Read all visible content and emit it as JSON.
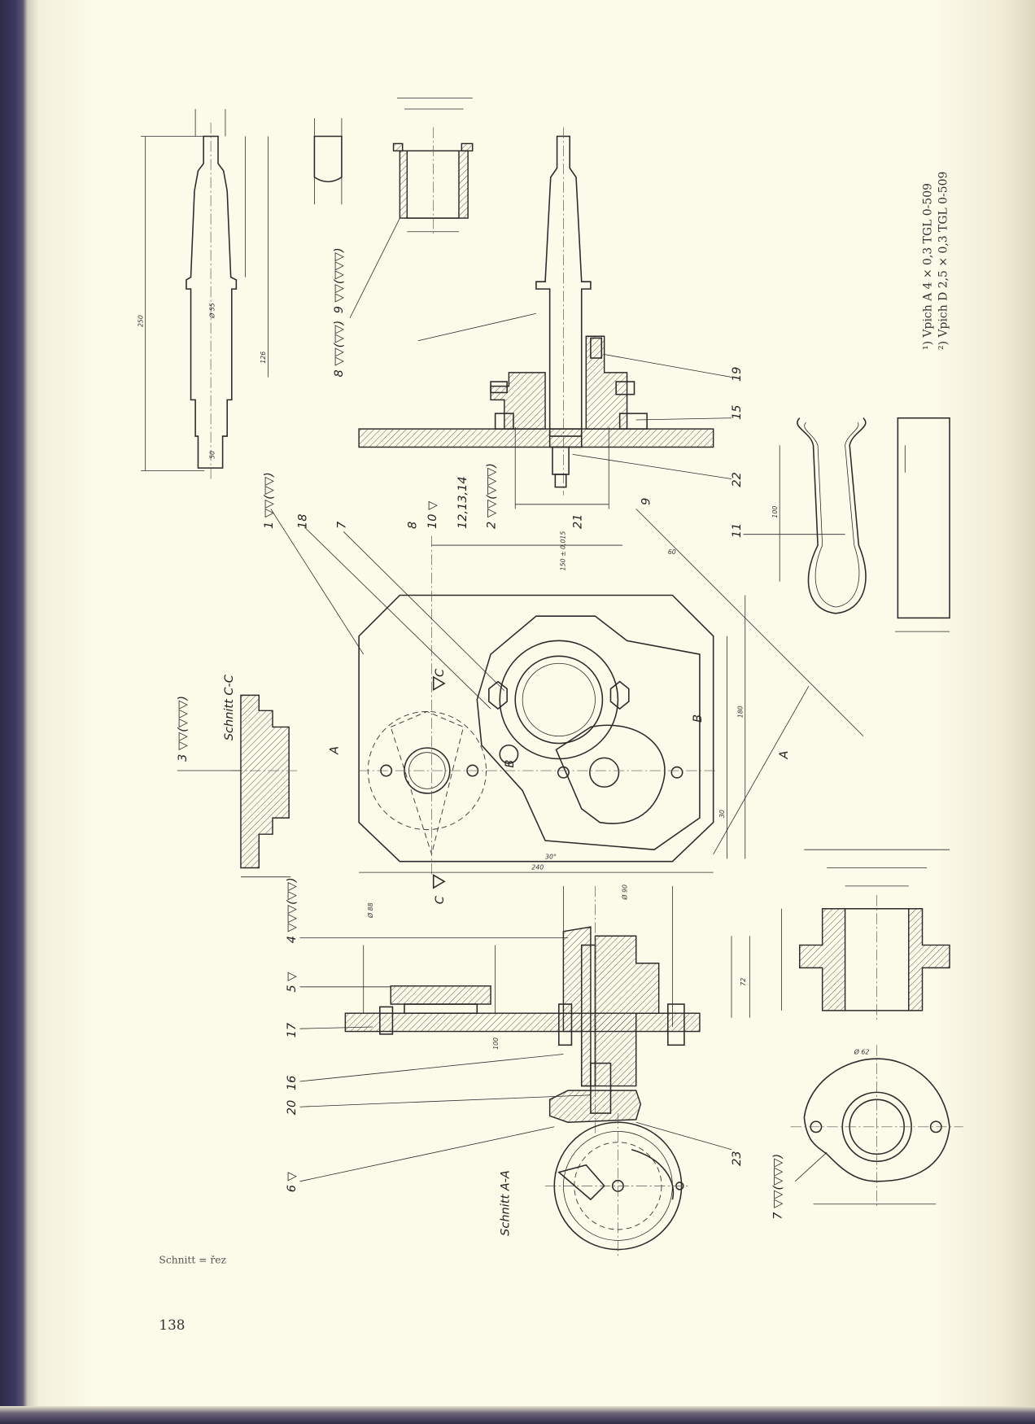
{
  "page_number": "138",
  "legend_note": "Schnitt = řez",
  "footnotes": [
    "¹) Vpich A 4 × 0,3 TGL 0-509",
    "²) Vpich D 2,5 × 0,3 TGL 0-509"
  ],
  "section_titles": {
    "c_c": "Schnitt C-C",
    "a_a": "Schnitt A-A"
  },
  "part_labels": {
    "p9_top": "9 ▽▽(▽▽▽)",
    "p8_top": "8 ▽▽(▽▽)",
    "p1": "1 ▽▽(▽▽)",
    "p18": "18",
    "p7": "7",
    "p8": "8",
    "p10": "10 ▽",
    "p12_14": "12,13,14",
    "p2": "2 ▽▽(▽▽▽)",
    "p21": "21",
    "p9": "9",
    "p22": "22",
    "p15": "15",
    "p19": "19",
    "p11": "11",
    "p3": "3 ▽▽(▽▽▽)",
    "p4": "4 ▽▽▽(▽▽)",
    "p5": "5 ▽",
    "p17": "17",
    "p16": "16",
    "p20": "20",
    "p6": "6 ▽",
    "p23": "23",
    "p7_bottom": "7 ▽▽(▽▽▽)"
  },
  "section_marks": {
    "a": "A",
    "b": "B",
    "c": "C"
  },
  "dimensions": {
    "d250": "250",
    "d240": "240",
    "d180": "180",
    "d100": "100",
    "d60": "60",
    "d50": "50",
    "d30": "30",
    "d72": "72",
    "d90": "Ø 90",
    "d88": "Ø 88",
    "d100clip": "100",
    "d126": "126",
    "d30deg": "30°",
    "d150": "150 ± 0,015",
    "d62": "Ø 62",
    "d55": "Ø 55"
  }
}
